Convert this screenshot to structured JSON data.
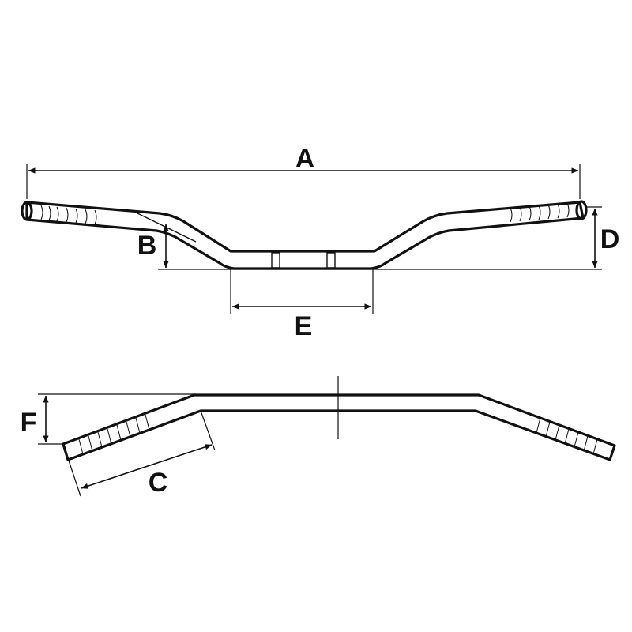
{
  "labels": {
    "A": "A",
    "B": "B",
    "C": "C",
    "D": "D",
    "E": "E",
    "F": "F"
  },
  "colors": {
    "line": "#111111",
    "background": "#ffffff"
  }
}
